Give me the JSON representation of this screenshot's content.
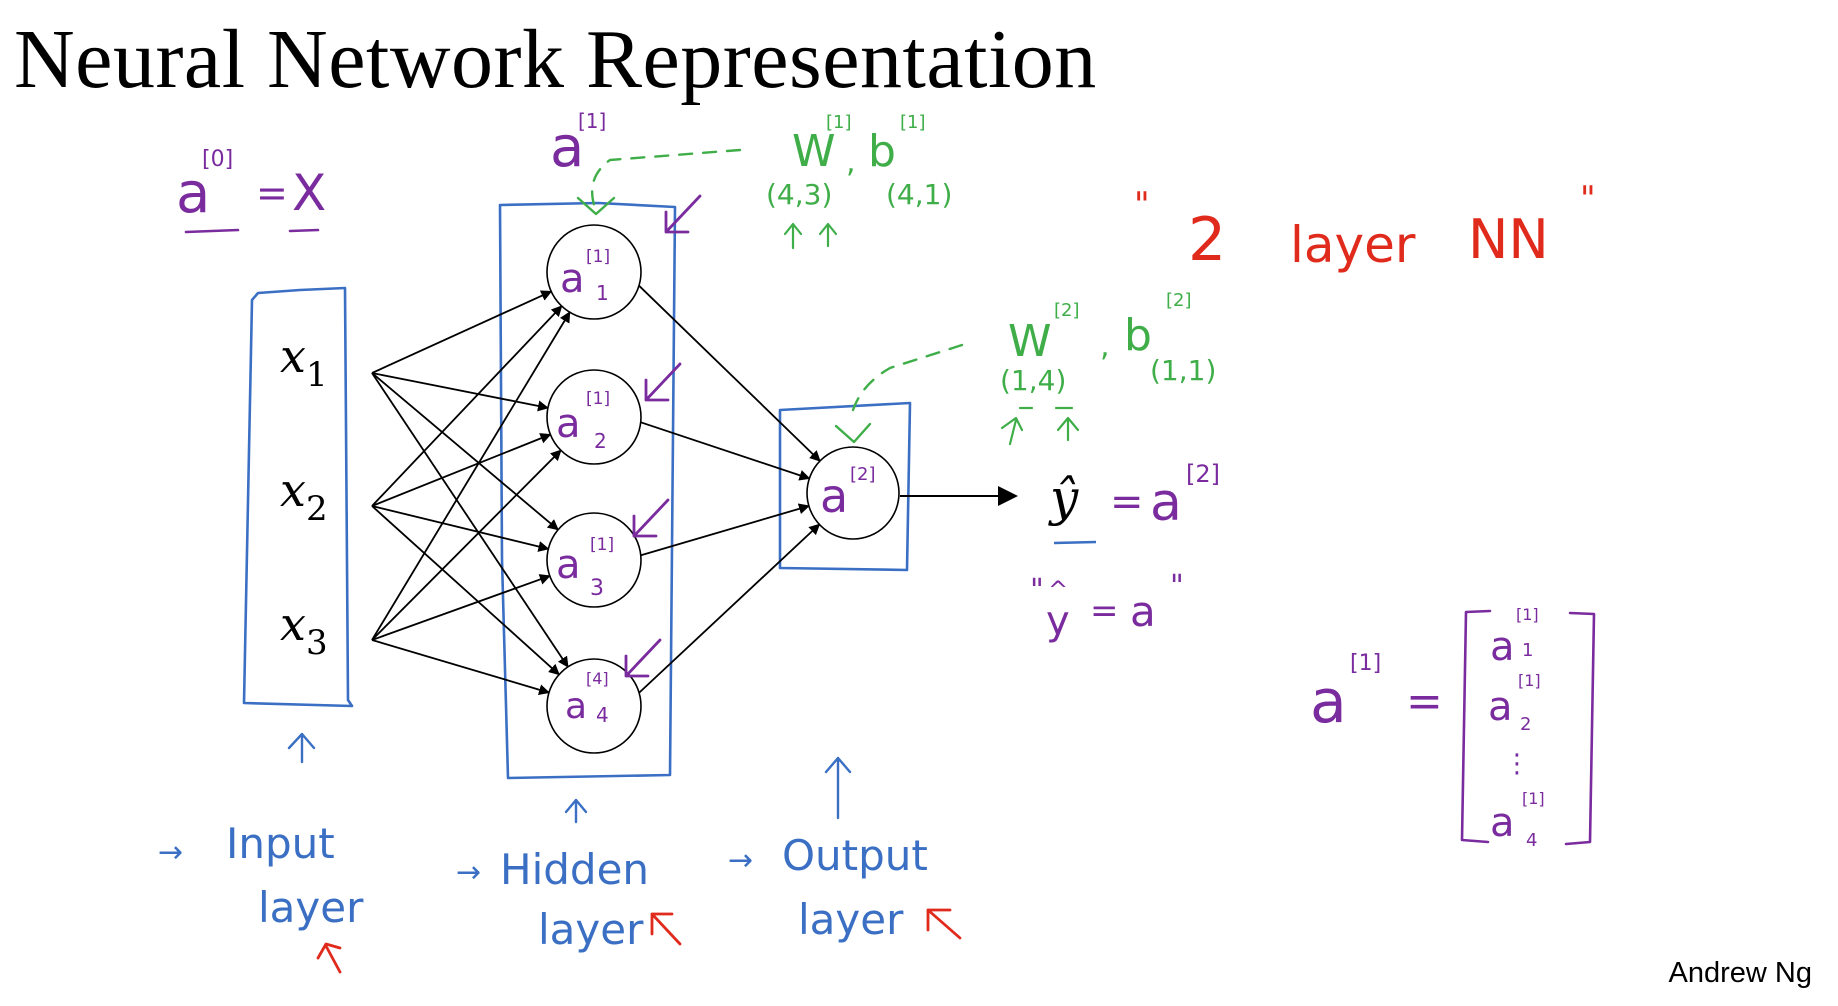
{
  "slide": {
    "title": "Neural Network Representation",
    "author": "Andrew Ng"
  },
  "colors": {
    "ink": "#000000",
    "box_blue": "#3a6fc4",
    "purple": "#7a2c9e",
    "green": "#3fae49",
    "red": "#e02a1c"
  },
  "inputs": {
    "x1_base": "x",
    "x1_sub": "1",
    "x2_base": "x",
    "x2_sub": "2",
    "x3_base": "x",
    "x3_sub": "3"
  },
  "hidden_nodes": [
    {
      "base": "a",
      "sup": "[1]",
      "sub": "1"
    },
    {
      "base": "a",
      "sup": "[1]",
      "sub": "2"
    },
    {
      "base": "a",
      "sup": "[1]",
      "sub": "3"
    },
    {
      "base": "a",
      "sup": "[4]",
      "sub": "4"
    }
  ],
  "output_node": {
    "base": "a",
    "sup": "[2]"
  },
  "annotations": {
    "a0": {
      "base": "a",
      "sup": "[0]",
      "eq": "=",
      "rhs": "X"
    },
    "a1_top": {
      "base": "a",
      "sup": "[1]"
    },
    "w1b1": {
      "w": "W",
      "w_sup": "[1]",
      "comma": ",",
      "b": "b",
      "b_sup": "[1]",
      "w_shape": "(4,3)",
      "b_shape": "(4,1)"
    },
    "w2b2": {
      "w": "W",
      "w_sup": "[2]",
      "comma": ",",
      "b": "b",
      "b_sup": "[2]",
      "w_shape": "(1,4)",
      "b_shape": "(1,1)"
    },
    "two_layer_nn": {
      "q1": "\"",
      "num": "2",
      "word": "layer",
      "nn": "NN",
      "q2": "\""
    },
    "yhat_eq": {
      "yhat": "ŷ",
      "eq": "=",
      "a": "a",
      "sup": "[2]"
    },
    "yhat_hand": {
      "q1": "\"",
      "hat": "^",
      "y": "y",
      "eq": "=",
      "a": "a",
      "q2": "\""
    }
  },
  "a1_vector": {
    "lhs_base": "a",
    "lhs_sup": "[1]",
    "eq": "=",
    "entries": [
      {
        "base": "a",
        "sup": "[1]",
        "sub": "1"
      },
      {
        "base": "a",
        "sup": "[1]",
        "sub": "2"
      },
      {
        "base": "a",
        "sup": "[1]",
        "sub": "4"
      }
    ],
    "dots": "⋮"
  },
  "layer_labels": [
    {
      "arrow": "→",
      "line1": "Input",
      "line2": "layer"
    },
    {
      "arrow": "→",
      "line1": "Hidden",
      "line2": "layer"
    },
    {
      "arrow": "→",
      "line1": "Output",
      "line2": "layer"
    }
  ]
}
